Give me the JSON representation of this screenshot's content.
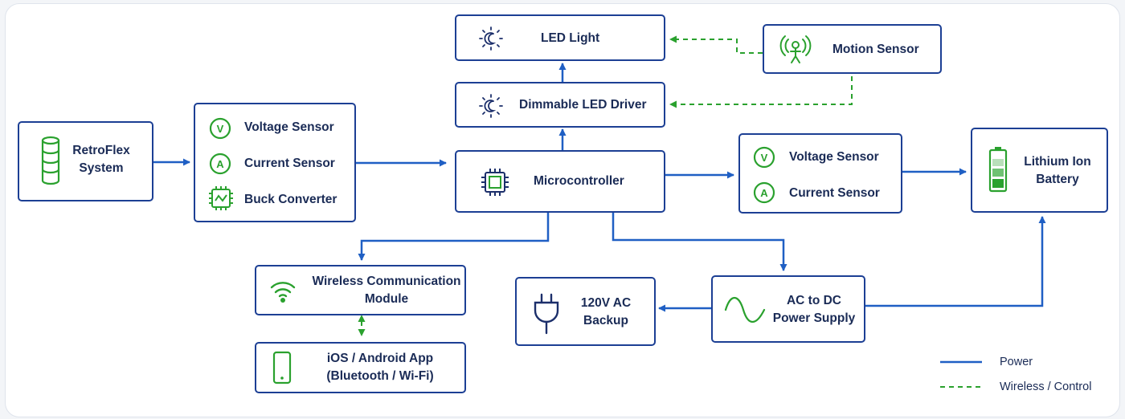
{
  "colors": {
    "power": "#1f5fc4",
    "wireless": "#2aa12e",
    "box_border": "#1c3f94",
    "icon_navy": "#1c2f6b",
    "icon_green": "#2aa12e",
    "text": "#1a2b56"
  },
  "nodes": {
    "retroflex": {
      "line1": "RetroFlex",
      "line2": "System",
      "icon": "cylinder-icon"
    },
    "input_sensors": {
      "voltage": "Voltage Sensor",
      "current": "Current Sensor",
      "buck": "Buck Converter",
      "voltage_symbol": "V",
      "current_symbol": "A"
    },
    "microcontroller": {
      "label": "Microcontroller",
      "icon": "chip-icon"
    },
    "led_light": {
      "label": "LED Light",
      "icon": "light-icon"
    },
    "led_driver": {
      "label": "Dimmable LED Driver",
      "icon": "light-icon"
    },
    "motion_sensor": {
      "label": "Motion Sensor",
      "icon": "motion-icon"
    },
    "output_sensors": {
      "voltage": "Voltage Sensor",
      "current": "Current Sensor",
      "voltage_symbol": "V",
      "current_symbol": "A"
    },
    "battery": {
      "line1": "Lithium Ion",
      "line2": "Battery",
      "icon": "battery-icon"
    },
    "wireless_module": {
      "line1": "Wireless Communication",
      "line2": "Module",
      "icon": "wifi-icon"
    },
    "app": {
      "line1": "iOS / Android App",
      "line2": "(Bluetooth / Wi-Fi)",
      "icon": "phone-icon"
    },
    "ac_backup": {
      "line1": "120V AC",
      "line2": "Backup",
      "icon": "plug-icon"
    },
    "ac_dc": {
      "line1": "AC to DC",
      "line2": "Power Supply",
      "icon": "sine-wave-icon"
    }
  },
  "legend": {
    "power": "Power",
    "wireless": "Wireless / Control"
  }
}
